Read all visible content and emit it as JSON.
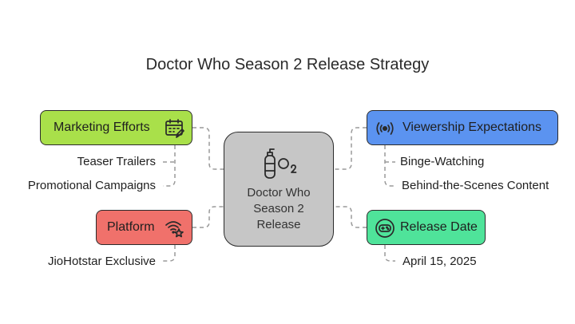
{
  "title": "Doctor Who Season 2 Release Strategy",
  "center": {
    "line1": "Doctor Who",
    "line2": "Season 2",
    "line3": "Release",
    "icon": "oxygen-tank-o2-icon"
  },
  "branches": {
    "marketing": {
      "label": "Marketing Efforts",
      "icon": "calendar-edit-icon",
      "color": "#a9e04a",
      "items": [
        "Teaser Trailers",
        "Promotional Campaigns"
      ]
    },
    "platform": {
      "label": "Platform",
      "icon": "wifi-star-icon",
      "color": "#f0716b",
      "items": [
        "JioHotstar Exclusive"
      ]
    },
    "viewership": {
      "label": "Viewership Expectations",
      "icon": "broadcast-icon",
      "color": "#5b93f0",
      "items": [
        "Binge-Watching",
        "Behind-the-Scenes Content"
      ]
    },
    "release": {
      "label": "Release Date",
      "icon": "gamepad-icon",
      "color": "#4fe39a",
      "items": [
        "April 15, 2025"
      ]
    }
  }
}
